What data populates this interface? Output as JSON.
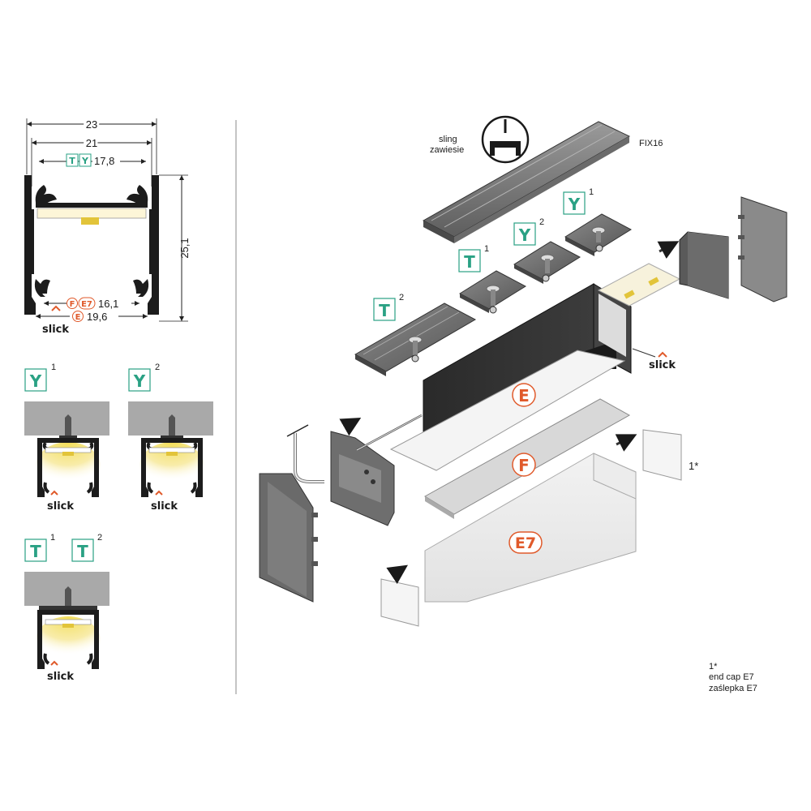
{
  "dimensions": {
    "width_outer": "23",
    "width_inner": "21",
    "badge_t": "T",
    "badge_y": "Y",
    "width_mount": "17,8",
    "height": "25,1",
    "badge_f": "F",
    "badge_e7": "E7",
    "width_f_e7": "16,1",
    "badge_e": "E",
    "width_e": "19,6",
    "brand": "slick"
  },
  "mount_variants": {
    "y1": {
      "letter": "Y",
      "sup": "1",
      "brand": "slick"
    },
    "y2": {
      "letter": "Y",
      "sup": "2",
      "brand": "slick"
    },
    "t1": {
      "letter": "T",
      "sup": "1"
    },
    "t2": {
      "letter": "T",
      "sup": "2",
      "brand": "slick"
    }
  },
  "exploded": {
    "sling_label_1": "sling",
    "sling_label_2": "zawiesie",
    "fix_label": "FIX16",
    "y1": {
      "letter": "Y",
      "sup": "1"
    },
    "y2": {
      "letter": "Y",
      "sup": "2"
    },
    "t1": {
      "letter": "T",
      "sup": "1"
    },
    "t2": {
      "letter": "T",
      "sup": "2"
    },
    "brand": "slick",
    "cover_e": "E",
    "cover_f": "F",
    "cover_e7": "E7",
    "endcap_marker": "1*"
  },
  "footnote": {
    "marker": "1*",
    "line1": "end cap E7",
    "line2": "zaślepka E7"
  },
  "colors": {
    "teal": "#2aa184",
    "orange": "#e05a2b",
    "profile": "#1c1c1c",
    "ceiling": "#a9a9a9",
    "light": "#f5e27a"
  }
}
